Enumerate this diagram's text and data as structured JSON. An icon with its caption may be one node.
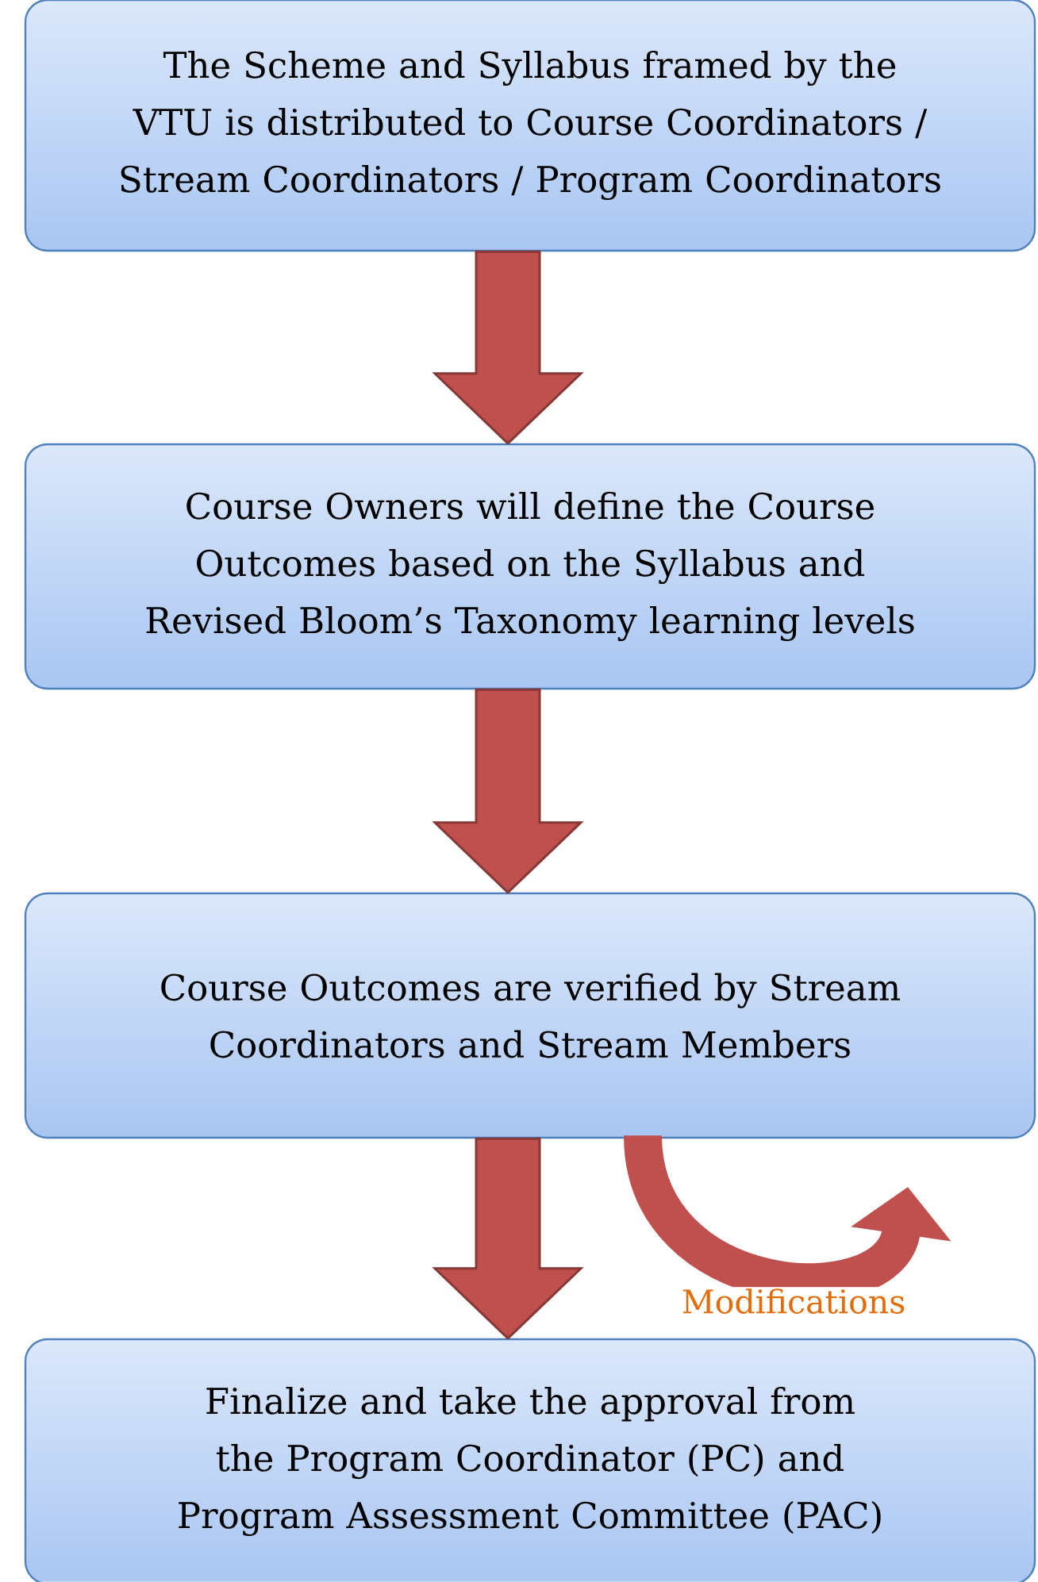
{
  "diagram": {
    "nodes": [
      {
        "text": [
          "The Scheme and Syllabus framed by the VTU is distributed to Course Coordinators / Stream Coordinators / Program Coordinators"
        ]
      },
      {
        "text": [
          "Course Owners will define the Course Outcomes based on the Syllabus and Revised Bloom’s Taxonomy learning levels"
        ]
      },
      {
        "text": [
          "Course Outcomes are verified by Stream Coordinators and Stream Members"
        ]
      },
      {
        "text": [
          "Finalize and take the approval from the Program Coordinator (PC) and Program Assessment Committee (PAC)"
        ]
      }
    ],
    "edges": [
      {
        "from": 0,
        "to": 1,
        "arrow": "to"
      },
      {
        "from": 1,
        "to": 2,
        "arrow": "to"
      },
      {
        "from": 2,
        "to": 3,
        "arrow": "to"
      },
      {
        "from": 2,
        "to": 2,
        "arrow": "to",
        "label": "Modifications"
      }
    ]
  }
}
